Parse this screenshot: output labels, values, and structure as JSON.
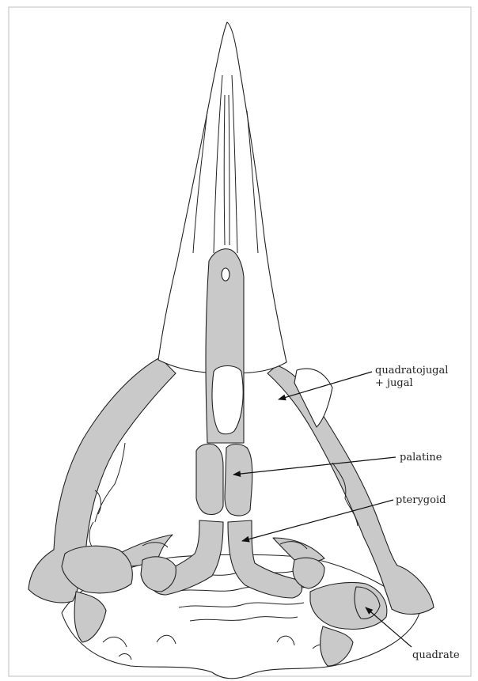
{
  "labels": {
    "quadratojugal_line1": "quadratojugal",
    "quadratojugal_line2": "+ jugal",
    "palatine": "palatine",
    "pterygoid": "pterygoid",
    "quadrate": "quadrate"
  },
  "colors": {
    "bone_highlight": "#c9c9c9",
    "outline": "#222222",
    "frame": "#bdbdbd"
  }
}
